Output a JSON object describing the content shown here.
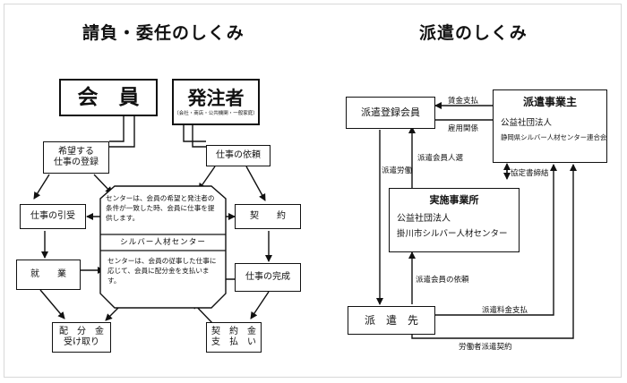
{
  "left": {
    "title": "請負・委任のしくみ",
    "member": "会　員",
    "client": "発注者",
    "client_note": "（会社・商店・公共機関・一般家庭）",
    "register": [
      "希望する",
      "仕事の登録"
    ],
    "request": "仕事の依頼",
    "accept": "仕事の引受",
    "contract": "契　　約",
    "work": "就　　業",
    "complete": "仕事の完成",
    "distribution": [
      "配　分　金",
      "受け取り"
    ],
    "payment": [
      "契　約　金",
      "支　払　い"
    ],
    "center_top": "センターは、会員の希望と発注者の条件が一致した時、会員に仕事を提供します。",
    "center_name": "シルバー人材センター",
    "center_bottom": "センターは、会員の従事した仕事に応じて、会員に配分金を支払います。"
  },
  "right": {
    "title": "派遣のしくみ",
    "reg_member": "派遣登録会員",
    "dispatch_owner": "派遣事業主",
    "owner_corp": "公益社団法人",
    "owner_name": "静岡県シルバー人材センター連合会",
    "impl_title": "実施事業所",
    "impl_corp": "公益社団法人",
    "impl_name": "掛川市シルバー人材センター",
    "destination": "派　遣　先",
    "lbl_wage": "賃金支払",
    "lbl_employment": "雇用関係",
    "lbl_entry": "派遣会員人選",
    "lbl_labor": "派遣労働",
    "lbl_agreement": "協定書締結",
    "lbl_request": "派遣会員の依頼",
    "lbl_fee": "派遣料金支払",
    "lbl_contract": "労働者派遣契約"
  }
}
